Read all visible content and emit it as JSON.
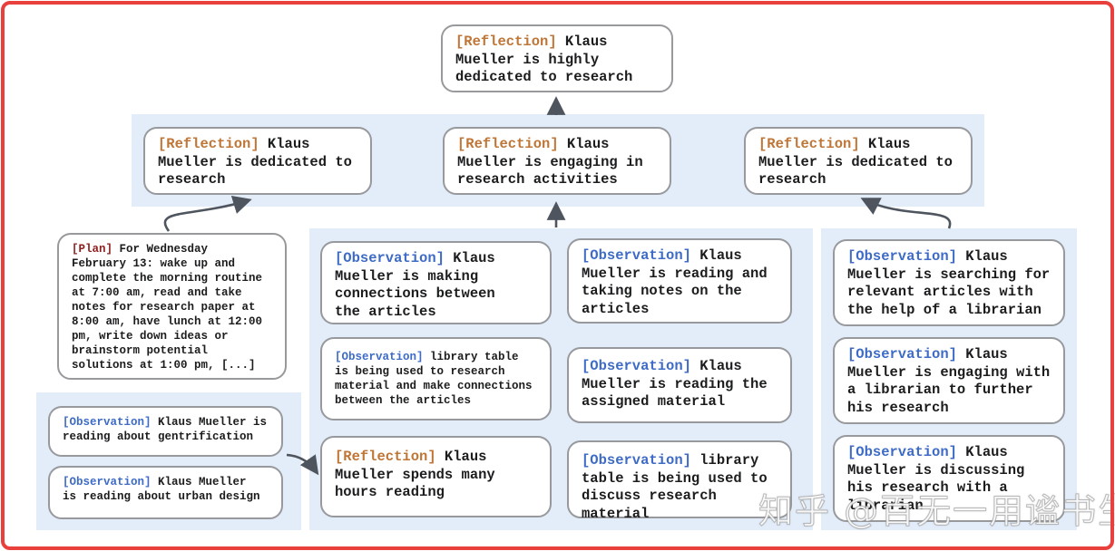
{
  "palette": {
    "frame_border": "#e8403c",
    "band_background": "#e3edfa",
    "card_border": "#97999c",
    "reflection_tag": "#bf7636",
    "observation_tag": "#3d6bc6",
    "plan_tag": "#8e1f1f",
    "arrow": "#4e555e",
    "body_text": "#1b1c1e"
  },
  "top_card": {
    "label": "[Reflection]",
    "text": " Klaus\nMueller is highly\ndedicated to research"
  },
  "reflection_row": [
    {
      "label": "[Reflection]",
      "text": " Klaus\nMueller is dedicated to\nresearch"
    },
    {
      "label": "[Reflection]",
      "text": " Klaus\nMueller is engaging in\nresearch activities"
    },
    {
      "label": "[Reflection]",
      "text": " Klaus\nMueller is dedicated to\nresearch"
    }
  ],
  "plan_card": {
    "label": "[Plan]",
    "text": " For Wednesday\nFebruary 13: wake up and\ncomplete the morning routine\nat 7:00 am, read and take\nnotes for research paper at\n8:00 am, have lunch at 12:00\npm, write down ideas or\nbrainstorm potential\nsolutions at 1:00 pm, [...]"
  },
  "bottom_left_cards": [
    {
      "label": "[Observation]",
      "text": " Klaus Mueller is\nreading about gentrification"
    },
    {
      "label": "[Observation]",
      "text": " Klaus Mueller\nis reading about urban design"
    }
  ],
  "mid_col1": [
    {
      "label": "[Observation]",
      "text": " Klaus\nMueller is making\nconnections between\nthe articles"
    },
    {
      "label": "[Observation]",
      "text": " library table\nis being used to research\nmaterial and make connections\nbetween the articles"
    },
    {
      "label": "[Reflection]",
      "text": " Klaus\nMueller spends many\nhours reading"
    }
  ],
  "mid_col2": [
    {
      "label": "[Observation]",
      "text": " Klaus\nMueller is reading and\ntaking notes on the\narticles"
    },
    {
      "label": "[Observation]",
      "text": " Klaus\nMueller is reading the\nassigned material"
    },
    {
      "label": "[Observation]",
      "text": " library\ntable is being used to\ndiscuss research material"
    }
  ],
  "right_col": [
    {
      "label": "[Observation]",
      "text": " Klaus\nMueller is searching for\nrelevant articles with\nthe help of a librarian"
    },
    {
      "label": "[Observation]",
      "text": " Klaus\nMueller is engaging with\na librarian to further\nhis research"
    },
    {
      "label": "[Observation]",
      "text": " Klaus\nMueller is discussing\nhis research with a\nlibrarian"
    }
  ],
  "watermark": "知乎 @百无一用谧书生"
}
